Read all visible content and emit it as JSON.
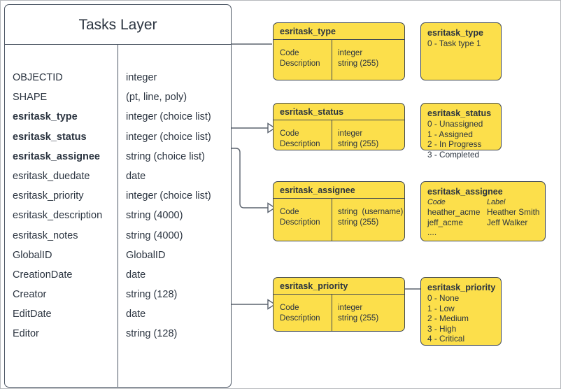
{
  "diagram": {
    "title": "Tasks Layer"
  },
  "tasks_layer": {
    "title": "Tasks Layer",
    "fields": [
      {
        "name": "OBJECTID",
        "type": "integer",
        "bold": false
      },
      {
        "name": "SHAPE",
        "type": "(pt, line, poly)",
        "bold": false
      },
      {
        "name": "esritask_type",
        "type": "integer (choice list)",
        "bold": true
      },
      {
        "name": "esritask_status",
        "type": "integer (choice list)",
        "bold": true
      },
      {
        "name": "esritask_assignee",
        "type": "string (choice list)",
        "bold": true
      },
      {
        "name": "esritask_duedate",
        "type": "date",
        "bold": false
      },
      {
        "name": "esritask_priority",
        "type": "integer (choice list)",
        "bold": false
      },
      {
        "name": "esritask_description",
        "type": "string (4000)",
        "bold": false
      },
      {
        "name": "esritask_notes",
        "type": "string (4000)",
        "bold": false
      },
      {
        "name": "GlobalID",
        "type": "GlobalID",
        "bold": false
      },
      {
        "name": "CreationDate",
        "type": "date",
        "bold": false
      },
      {
        "name": "Creator",
        "type": "string (128)",
        "bold": false
      },
      {
        "name": "EditDate",
        "type": "date",
        "bold": false
      },
      {
        "name": "Editor",
        "type": "string (128)",
        "bold": false
      }
    ]
  },
  "domain_tables": {
    "type": {
      "title": "esritask_type",
      "left": "Code\nDescription",
      "right": "integer\nstring (255)"
    },
    "status": {
      "title": "esritask_status",
      "left": "Code\nDescription",
      "right": "integer\nstring (255)"
    },
    "assignee": {
      "title": "esritask_assignee",
      "left": "Code\nDescription",
      "right": "string  (username)\nstring (255)"
    },
    "priority": {
      "title": "esritask_priority",
      "left": "Code\nDescription",
      "right": "integer\nstring (255)"
    }
  },
  "value_lists": {
    "type": {
      "title": "esritask_type",
      "items": [
        "0 - Task type 1"
      ]
    },
    "status": {
      "title": "esritask_status",
      "items": [
        "0 - Unassigned",
        "1 - Assigned",
        "2 - In Progress",
        "3 - Completed"
      ]
    },
    "assignee": {
      "title": "esritask_assignee",
      "header": {
        "code": "Code",
        "label": "Label"
      },
      "rows": [
        {
          "code": "heather_acme",
          "label": "Heather Smith"
        },
        {
          "code": "jeff_acme",
          "label": "Jeff Walker"
        },
        {
          "code": "....",
          "label": ""
        }
      ]
    },
    "priority": {
      "title": "esritask_priority",
      "items": [
        "0 - None",
        "1 - Low",
        "2 - Medium",
        "3 - High",
        "4 - Critical"
      ]
    }
  },
  "colors": {
    "domain_fill": "#fcdf4b",
    "stroke": "#3f4752",
    "table_stroke": "#4b5563",
    "text": "#2b3440",
    "canvas_border": "#b6b9bd"
  }
}
